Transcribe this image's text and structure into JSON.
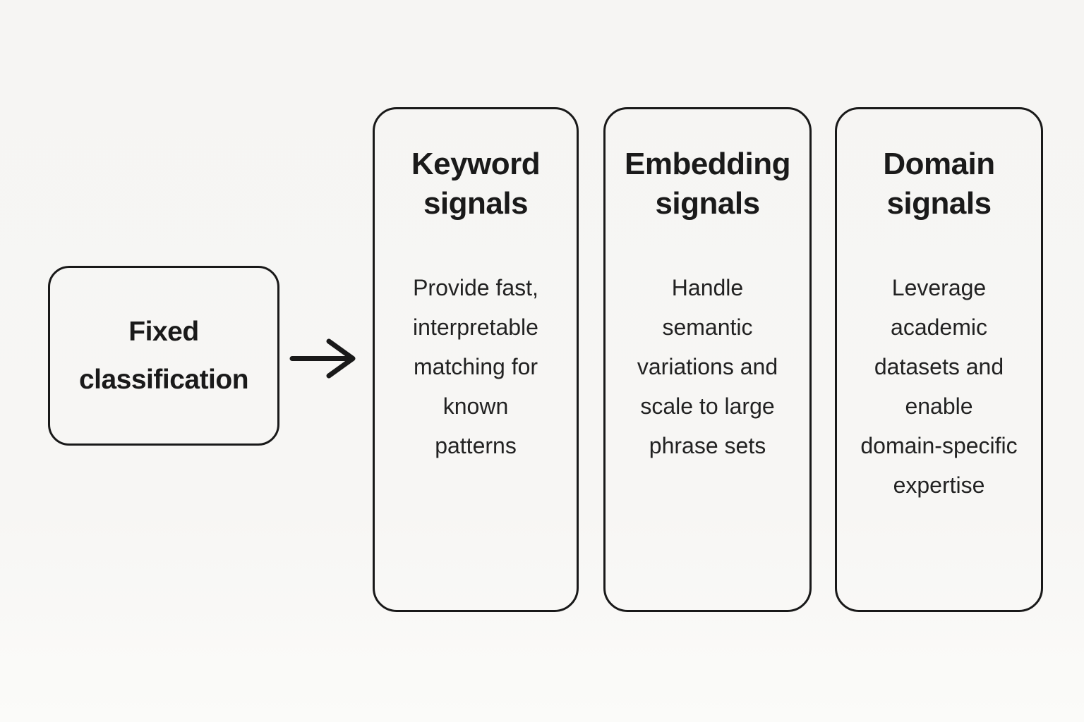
{
  "diagram": {
    "source_box": {
      "label": "Fixed\nclassification"
    },
    "arrow": {
      "glyph": "right-arrow",
      "direction": "right"
    },
    "cards": [
      {
        "title": "Keyword\nsignals",
        "body": "Provide fast,\ninterpretable\nmatching for\nknown\npatterns"
      },
      {
        "title": "Embedding\nsignals",
        "body": "Handle\nsemantic\nvariations and\nscale to large\nphrase sets"
      },
      {
        "title": "Domain\nsignals",
        "body": "Leverage\nacademic\ndatasets and\nenable\ndomain-specific\nexpertise"
      }
    ],
    "colors": {
      "background": "#f7f6f4",
      "border": "#191919",
      "text": "#1a1a1a"
    }
  }
}
